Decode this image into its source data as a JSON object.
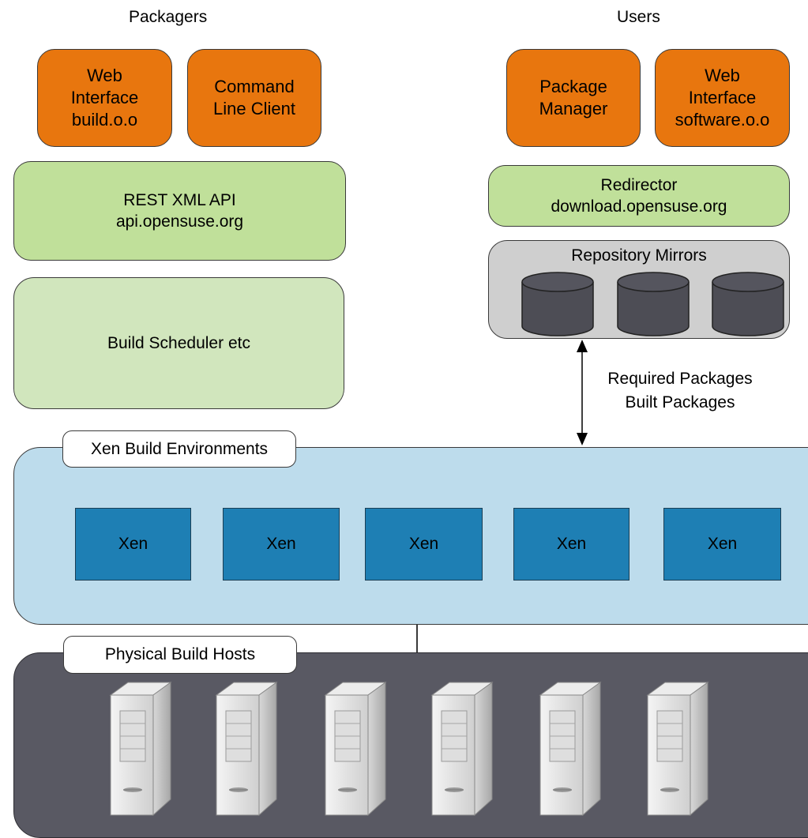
{
  "packagers": {
    "heading": "Packagers",
    "web_interface": "Web\nInterface\nbuild.o.o",
    "cli": "Command\nLine Client",
    "api": "REST XML API\napi.opensuse.org",
    "scheduler": "Build Scheduler etc"
  },
  "users": {
    "heading": "Users",
    "package_manager": "Package\nManager",
    "web_interface": "Web\nInterface\nsoftware.o.o",
    "redirector": "Redirector\ndownload.opensuse.org",
    "mirrors_title": "Repository Mirrors"
  },
  "arrow_label": "Required Packages\nBuilt Packages",
  "xen_env": {
    "label": "Xen Build Environments",
    "nodes": [
      "Xen",
      "Xen",
      "Xen",
      "Xen",
      "Xen"
    ]
  },
  "hosts": {
    "label": "Physical Build Hosts",
    "count": 6
  },
  "colors": {
    "client": "#e8760e",
    "api": "#c0e09a",
    "scheduler": "#d1e6bd",
    "mirrors": "#cfcfcf",
    "xen_env": "#bddcec",
    "xen_node": "#1e7fb4",
    "hosts": "#595963"
  }
}
